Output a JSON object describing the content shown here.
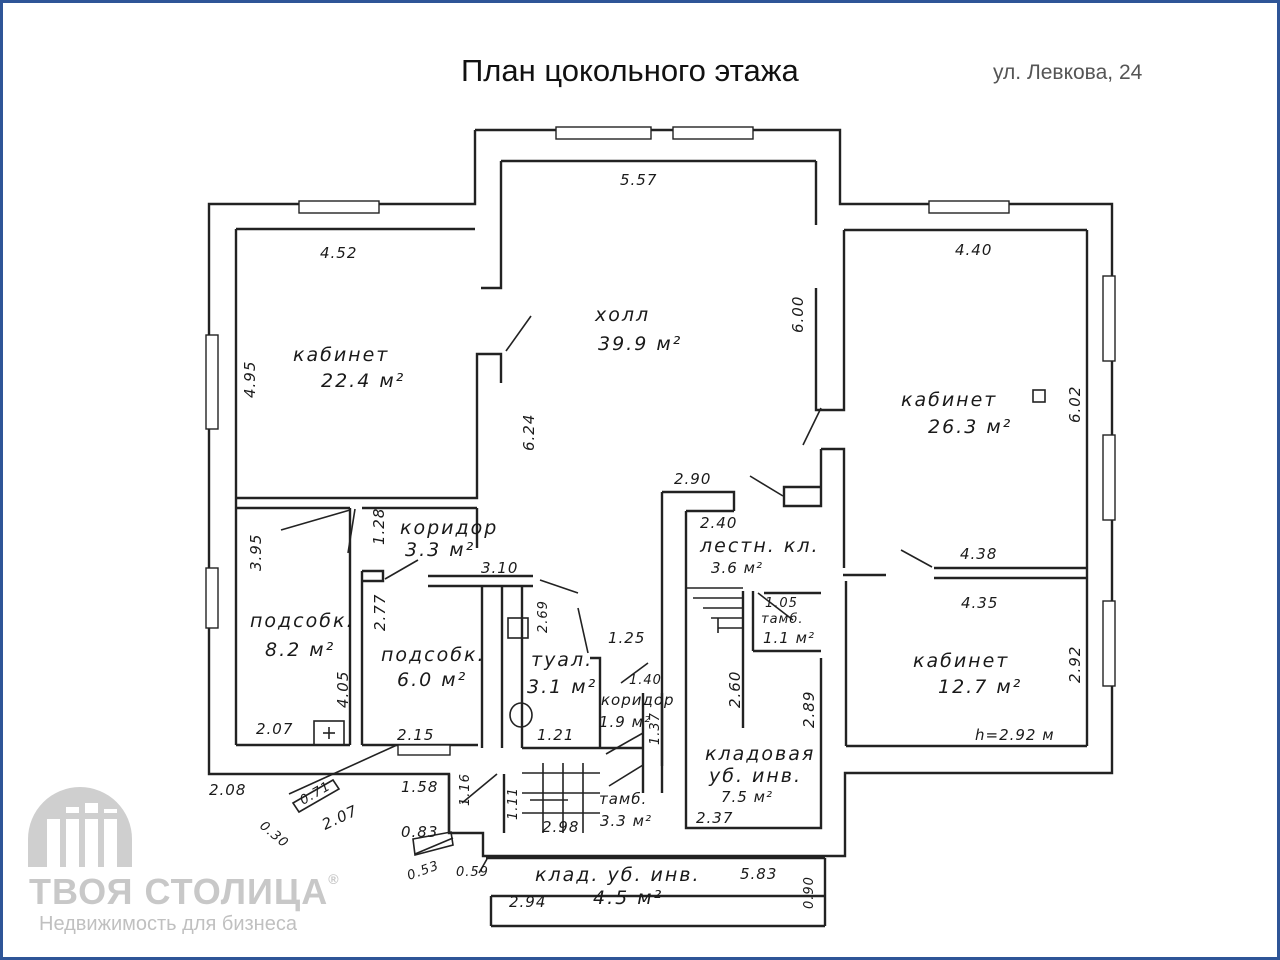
{
  "header": {
    "title": "План цокольного этажа",
    "address": "ул. Левкова, 24"
  },
  "rooms": {
    "hall": {
      "name": "холл",
      "area": "39.9 м²"
    },
    "office_left": {
      "name": "кабинет",
      "area": "22.4 м²"
    },
    "office_right_top": {
      "name": "кабинет",
      "area": "26.3 м²"
    },
    "office_right_bottom": {
      "name": "кабинет",
      "area": "12.7 м²"
    },
    "corridor_top": {
      "name": "коридор",
      "area": "3.3 м²"
    },
    "utility_left": {
      "name": "подсобк.",
      "area": "8.2 м²"
    },
    "utility_mid": {
      "name": "подсобк.",
      "area": "6.0 м²"
    },
    "toilet": {
      "name": "туал.",
      "area": "3.1 м²"
    },
    "corridor_small": {
      "name": "коридор",
      "area": "1.9 м²"
    },
    "stairwell": {
      "name": "лестн. кл.",
      "area": "3.6 м²"
    },
    "vestibule_small": {
      "name": "тамб.",
      "area": "1.1 м²"
    },
    "storage": {
      "line1": "кладовая",
      "line2": "уб. инв.",
      "area": "7.5 м²"
    },
    "vestibule": {
      "name": "тамб.",
      "area": "3.3 м²"
    },
    "storage_bottom": {
      "name": "клад. уб. инв.",
      "area": "4.5 м²"
    }
  },
  "dims": {
    "hall_w": "5.57",
    "hall_h": "6.00",
    "hall_left": "6.24",
    "office_left_w": "4.52",
    "office_left_h": "4.95",
    "office_right_w": "4.40",
    "office_right_h": "6.02",
    "d438": "4.38",
    "d435": "4.35",
    "d292": "2.92",
    "ceiling": "h=2.92 м",
    "d290": "2.90",
    "d240": "2.40",
    "d105": "1.05",
    "d260": "2.60",
    "d289": "2.89",
    "d237": "2.37",
    "d395": "3.95",
    "d128": "1.28",
    "d277": "2.77",
    "d310": "3.10",
    "d269": "2.69",
    "d125": "1.25",
    "d140": "1.40",
    "d137": "1.37",
    "d405": "4.05",
    "d207a": "2.07",
    "d215": "2.15",
    "d121": "1.21",
    "d208": "2.08",
    "d071": "0.71",
    "d207b": "2.07",
    "d030": "0.30",
    "d158": "1.58",
    "d116": "1.16",
    "d111": "1.11",
    "d298": "2.98",
    "d083": "0.83",
    "d053": "0.53",
    "d059": "0.59",
    "d583": "5.83",
    "d294": "2.94",
    "d090": "0.90"
  },
  "logo": {
    "brand": "ТВОЯ СТОЛИЦА",
    "reg": "®",
    "tagline": "Недвижимость для бизнеса"
  }
}
